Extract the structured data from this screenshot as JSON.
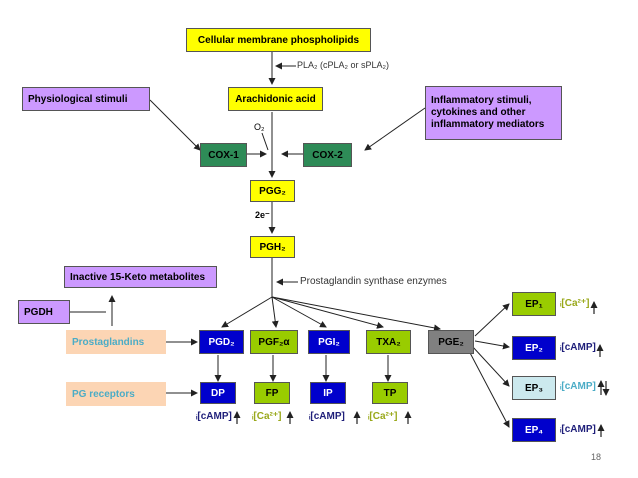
{
  "nodes": {
    "cellular_membrane": "Cellular membrane phospholipids",
    "arachidonic_acid": "Arachidonic acid",
    "physiological": "Physiological stimuli",
    "inflammatory": "Inflammatory stimuli, cytokines and other inflammatory mediators",
    "cox1": "COX-1",
    "cox2": "COX-2",
    "pgg2": "PGG₂",
    "pgh2": "PGH₂",
    "inactive": "Inactive 15-Keto metabolites",
    "pgdh": "PGDH",
    "prostaglandins": "Prostaglandins",
    "pg_receptors": "PG receptors",
    "pgd2": "PGD₂",
    "pgf2a": "PGF₂α",
    "pgi2": "PGI₂",
    "txa2": "TXA₂",
    "pge2": "PGE₂",
    "dp": "DP",
    "fp": "FP",
    "ip": "IP",
    "tp": "TP",
    "ep1": "EP₁",
    "ep2": "EP₂",
    "ep3": "EP₃",
    "ep4": "EP₄"
  },
  "labels": {
    "pla2": "PLA₂ (cPLA₂ or sPLA₂)",
    "o2": "O₂",
    "two_e": "2e⁻",
    "synthase": "Prostaglandin synthase enzymes",
    "dp_effect": "ᵢ[cAMP]",
    "fp_effect": "ᵢ[Ca²⁺]",
    "ip_effect": "ᵢ[cAMP]",
    "tp_effect": "ᵢ[Ca²⁺]",
    "ep1_effect": "ᵢ[Ca²⁺]",
    "ep2_effect": "ᵢ[cAMP]",
    "ep3_effect": "ᵢ[cAMP]",
    "ep4_effect": "ᵢ[cAMP]",
    "page_number": "18"
  },
  "colors": {
    "yellow": "#ffff00",
    "lavender": "#cc99ff",
    "dark_green": "#2e8b57",
    "blue": "#0000cc",
    "olive_green": "#99cc00",
    "gray": "#808080",
    "peach": "#fcd5b4",
    "light_blue": "#cce9ee",
    "dark_blue_text": "#1f1f7a",
    "olive_text": "#99a81a",
    "teal_text": "#4bacc6"
  }
}
